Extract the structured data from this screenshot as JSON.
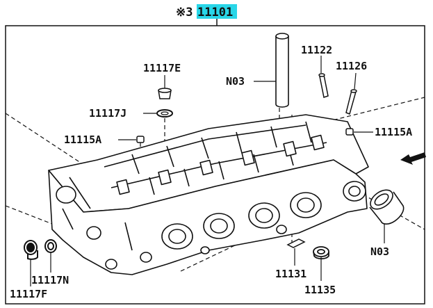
{
  "diagram": {
    "header": {
      "prefix": "※3",
      "part_no": "11101",
      "highlight_color": "#29d6e8"
    },
    "callouts": {
      "n03_top": "N03",
      "p11122": "11122",
      "p11126": "11126",
      "p11117e": "11117E",
      "p11117j": "11117J",
      "p11115a_left": "11115A",
      "p11115a_right": "11115A",
      "n03_bottom": "N03",
      "p11117n": "11117N",
      "p11117f": "11117F",
      "p11131": "11131",
      "p11135": "11135"
    },
    "icons": {
      "front_arrow": "arrow-left-icon"
    }
  }
}
